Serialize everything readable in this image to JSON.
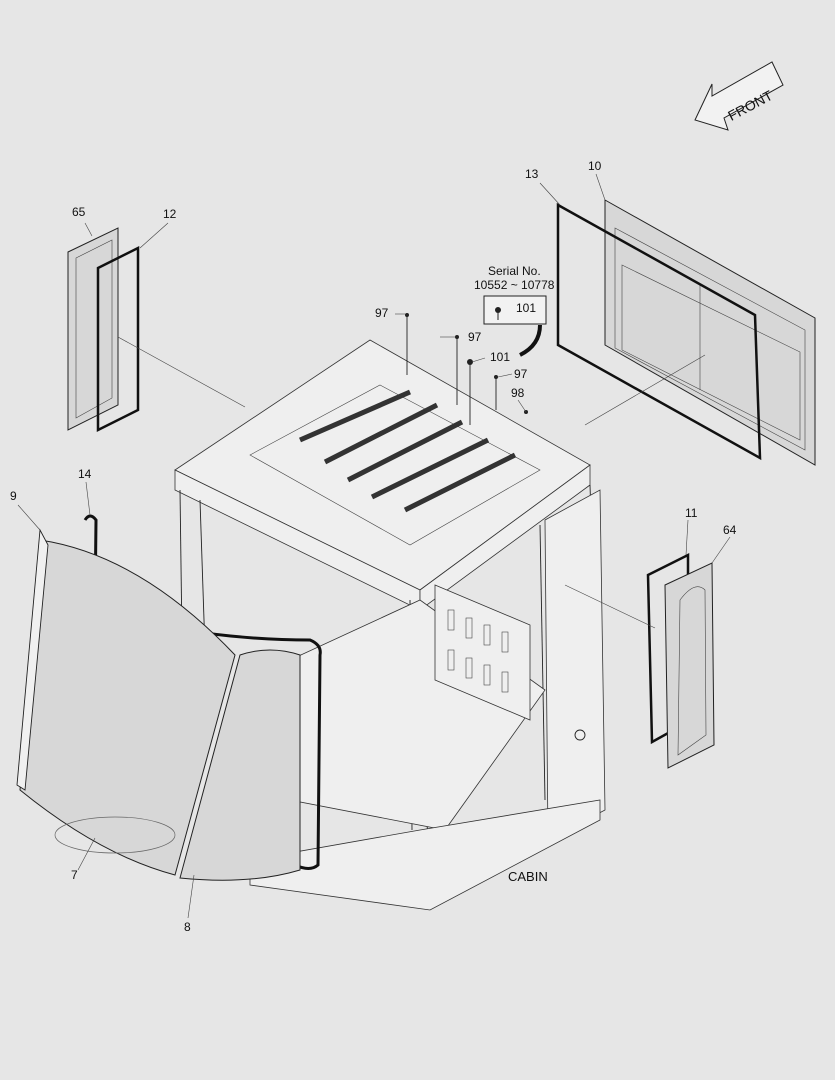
{
  "diagram": {
    "front_label": "FRONT",
    "serial": {
      "title": "Serial No.",
      "range": "10552 ~ 10778",
      "box_part": "101"
    },
    "caption": "CABIN",
    "callouts": {
      "c65": "65",
      "c12": "12",
      "c13": "13",
      "c10": "10",
      "c97a": "97",
      "c97b": "97",
      "c97c": "97",
      "c101": "101",
      "c98": "98",
      "c14": "14",
      "c9": "9",
      "c11": "11",
      "c64": "64",
      "c7": "7",
      "c8": "8"
    }
  }
}
